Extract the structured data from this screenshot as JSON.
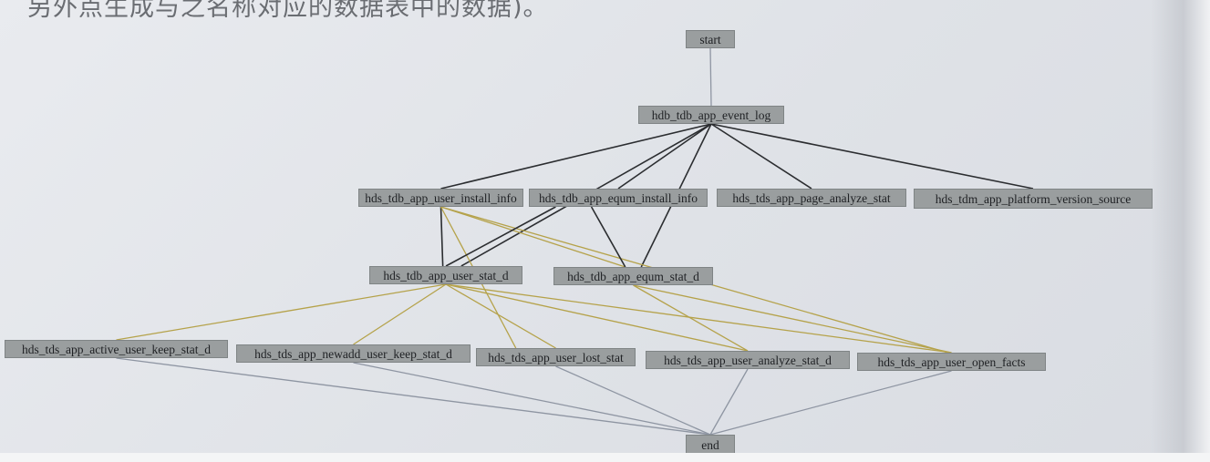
{
  "caption": "另外点生成与之名称对应的数据表中的数据)。",
  "colors": {
    "dark_edge": "#2b2d30",
    "gold_edge": "#b5a24a",
    "gray_edge": "#8e95a2",
    "node_fill": "#9a9e9f"
  },
  "diagram": {
    "nodes": [
      {
        "id": "start",
        "label": "start"
      },
      {
        "id": "event_log",
        "label": "hdb_tdb_app_event_log"
      },
      {
        "id": "user_install",
        "label": "hds_tdb_app_user_install_info"
      },
      {
        "id": "equm_install",
        "label": "hds_tdb_app_equm_install_info"
      },
      {
        "id": "page_analyze",
        "label": "hds_tds_app_page_analyze_stat"
      },
      {
        "id": "platform_version",
        "label": "hds_tdm_app_platform_version_source"
      },
      {
        "id": "user_stat",
        "label": "hds_tdb_app_user_stat_d"
      },
      {
        "id": "equm_stat",
        "label": "hds_tdb_app_equm_stat_d"
      },
      {
        "id": "active_keep",
        "label": "hds_tds_app_active_user_keep_stat_d"
      },
      {
        "id": "newadd_keep",
        "label": "hds_tds_app_newadd_user_keep_stat_d"
      },
      {
        "id": "user_lost",
        "label": "hds_tds_app_user_lost_stat"
      },
      {
        "id": "user_analyze",
        "label": "hds_tds_app_user_analyze_stat_d"
      },
      {
        "id": "open_facts",
        "label": "hds_tds_app_user_open_facts"
      },
      {
        "id": "end",
        "label": "end"
      }
    ],
    "edges": [
      {
        "from": "start",
        "to": "event_log",
        "style": "gray"
      },
      {
        "from": "event_log",
        "to": "user_install",
        "style": "dark"
      },
      {
        "from": "event_log",
        "to": "equm_install",
        "style": "dark"
      },
      {
        "from": "event_log",
        "to": "page_analyze",
        "style": "dark"
      },
      {
        "from": "event_log",
        "to": "platform_version",
        "style": "dark"
      },
      {
        "from": "event_log",
        "to": "user_stat",
        "style": "dark"
      },
      {
        "from": "event_log",
        "to": "equm_stat",
        "style": "dark"
      },
      {
        "from": "user_install",
        "to": "user_stat",
        "style": "dark"
      },
      {
        "from": "user_install",
        "to": "equm_stat",
        "style": "gold"
      },
      {
        "from": "user_install",
        "to": "user_lost",
        "style": "gold"
      },
      {
        "from": "user_install",
        "to": "open_facts",
        "style": "gold"
      },
      {
        "from": "equm_install",
        "to": "user_stat",
        "style": "dark"
      },
      {
        "from": "equm_install",
        "to": "equm_stat",
        "style": "dark"
      },
      {
        "from": "user_stat",
        "to": "active_keep",
        "style": "gold"
      },
      {
        "from": "user_stat",
        "to": "newadd_keep",
        "style": "gold"
      },
      {
        "from": "user_stat",
        "to": "user_lost",
        "style": "gold"
      },
      {
        "from": "user_stat",
        "to": "user_analyze",
        "style": "gold"
      },
      {
        "from": "user_stat",
        "to": "open_facts",
        "style": "gold"
      },
      {
        "from": "equm_stat",
        "to": "user_analyze",
        "style": "gold"
      },
      {
        "from": "equm_stat",
        "to": "open_facts",
        "style": "gold"
      },
      {
        "from": "active_keep",
        "to": "end",
        "style": "gray"
      },
      {
        "from": "newadd_keep",
        "to": "end",
        "style": "gray"
      },
      {
        "from": "user_lost",
        "to": "end",
        "style": "gray"
      },
      {
        "from": "user_analyze",
        "to": "end",
        "style": "gray"
      },
      {
        "from": "open_facts",
        "to": "end",
        "style": "gray"
      }
    ]
  }
}
